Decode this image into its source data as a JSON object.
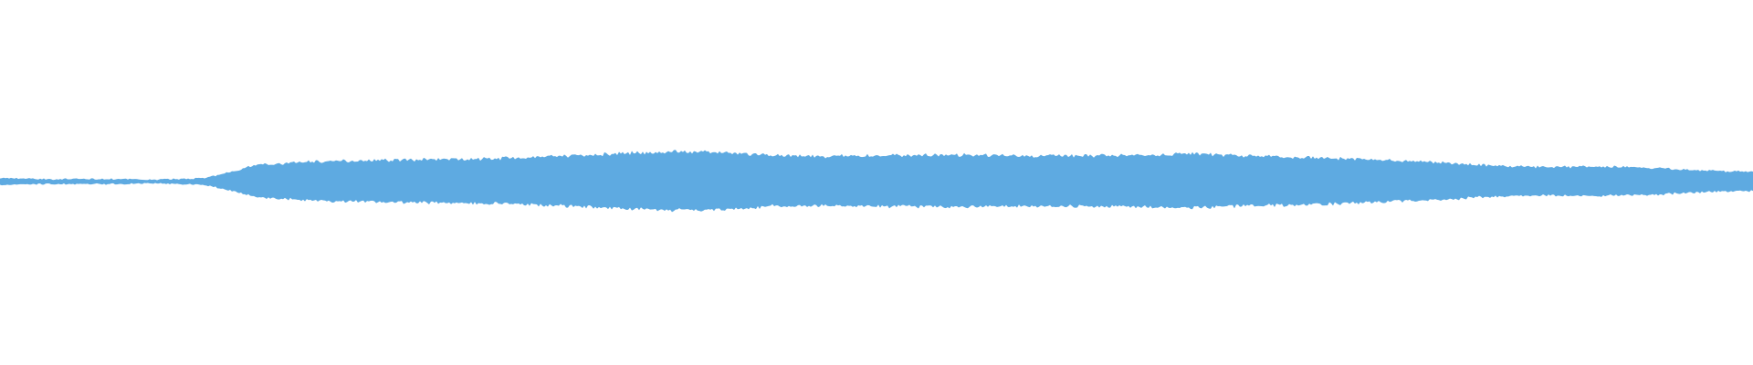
{
  "waveform": {
    "color": "#5eaae1",
    "background": "#ffffff",
    "envelope": [
      0.12,
      0.08,
      0.09,
      0.06,
      0.12,
      0.55,
      0.66,
      0.7,
      0.73,
      0.75,
      0.78,
      0.85,
      0.93,
      1.0,
      0.97,
      0.86,
      0.84,
      0.86,
      0.88,
      0.88,
      0.86,
      0.85,
      0.88,
      0.92,
      0.86,
      0.82,
      0.77,
      0.7,
      0.63,
      0.52,
      0.48,
      0.5,
      0.46,
      0.37,
      0.32
    ]
  }
}
